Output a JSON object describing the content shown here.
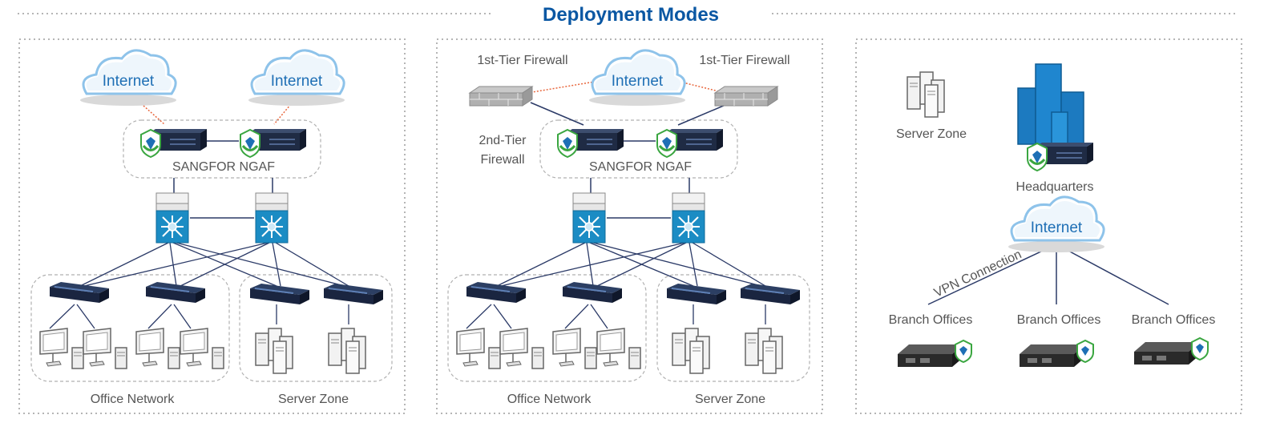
{
  "title": "Deployment Modes",
  "colors": {
    "title": "#0a57a3",
    "cloud_text": "#1e6fb5",
    "switch": "#1b8cc4",
    "firewall_badge": "#3aa640",
    "link_line": "#2b3a67",
    "internet_link": "#e8663c",
    "dotted_border": "#b5b5b5"
  },
  "panel1": {
    "internet_left": "Internet",
    "internet_right": "Internet",
    "ngaf_label": "SANGFOR NGAF",
    "office_label": "Office Network",
    "server_label": "Server Zone"
  },
  "panel2": {
    "internet": "Internet",
    "tier1_left": "1st-Tier Firewall",
    "tier1_right": "1st-Tier Firewall",
    "tier2_line1": "2nd-Tier",
    "tier2_line2": "Firewall",
    "ngaf_label": "SANGFOR NGAF",
    "office_label": "Office Network",
    "server_label": "Server Zone"
  },
  "panel3": {
    "server_zone": "Server Zone",
    "headquarters": "Headquarters",
    "internet": "Internet",
    "vpn": "VPN Connection",
    "branch1": "Branch Offices",
    "branch2": "Branch Offices",
    "branch3": "Branch Offices"
  }
}
